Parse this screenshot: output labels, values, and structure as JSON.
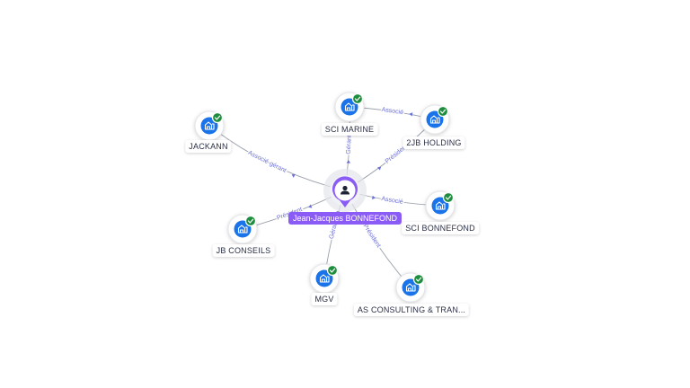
{
  "colors": {
    "edge": "#9aa0ab",
    "edge_label": "#6a6fd8",
    "company_icon_bg": "#1a73e8",
    "check_badge": "#1e8e3e",
    "center_pin": "#8a5cf5",
    "center_halo": "#e4e6ea"
  },
  "center": {
    "name": "Jean-Jacques BONNEFOND",
    "icon": "person-icon"
  },
  "companies": [
    {
      "id": "jackann",
      "name": "JACKANN",
      "role": "Associé-gérant",
      "icon": "building-icon",
      "badge": "check-icon"
    },
    {
      "id": "sci-marine",
      "name": "SCI MARINE",
      "role": "Gérant",
      "icon": "building-icon",
      "badge": "check-icon"
    },
    {
      "id": "2jb-holding",
      "name": "2JB HOLDING",
      "role": "Président",
      "icon": "building-icon",
      "badge": "check-icon"
    },
    {
      "id": "sci-bonnefond",
      "name": "SCI BONNEFOND",
      "role": "Associé",
      "icon": "building-icon",
      "badge": "check-icon"
    },
    {
      "id": "jb-conseils",
      "name": "JB CONSEILS",
      "role": "Président",
      "icon": "building-icon",
      "badge": "check-icon"
    },
    {
      "id": "mgv",
      "name": "MGV",
      "role": "Gérant",
      "icon": "building-icon",
      "badge": "check-icon"
    },
    {
      "id": "as-consulting",
      "name": "AS CONSULTING & TRAN...",
      "role": "Président",
      "icon": "building-icon",
      "badge": "check-icon"
    }
  ],
  "secondary_links": [
    {
      "from": "2jb-holding",
      "to": "sci-marine",
      "role": "Associé"
    }
  ]
}
